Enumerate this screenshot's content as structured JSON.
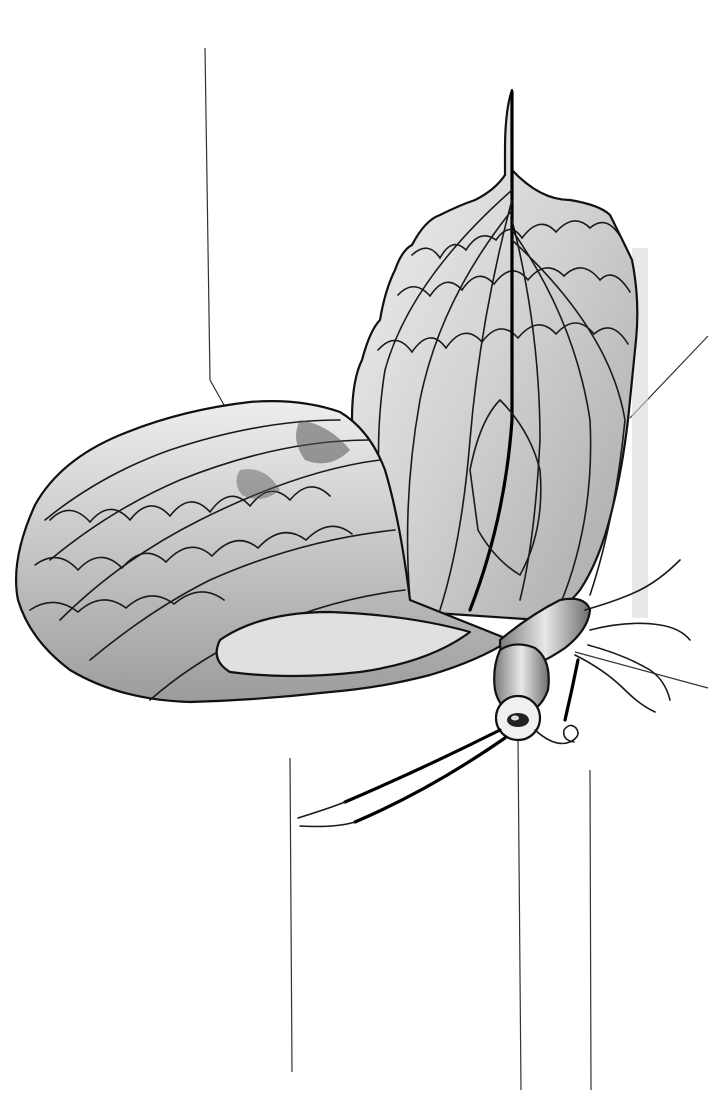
{
  "figure": {
    "subject_icon": "butterfly-icon",
    "label_lines": [
      {
        "id": "wing-forewing-pointer",
        "kind": "leader-line"
      },
      {
        "id": "hindwing-pointer",
        "kind": "leader-line"
      },
      {
        "id": "thorax-pointer",
        "kind": "leader-line"
      },
      {
        "id": "antenna-pointer",
        "kind": "leader-line"
      },
      {
        "id": "eye-pointer",
        "kind": "leader-line"
      },
      {
        "id": "proboscis-pointer",
        "kind": "leader-line"
      }
    ],
    "colors": {
      "ink": "#111111",
      "paper": "#ffffff",
      "shade_light": "#e6e6e6",
      "shade_mid": "#bdbdbd",
      "shade_dark": "#8a8a8a"
    }
  }
}
